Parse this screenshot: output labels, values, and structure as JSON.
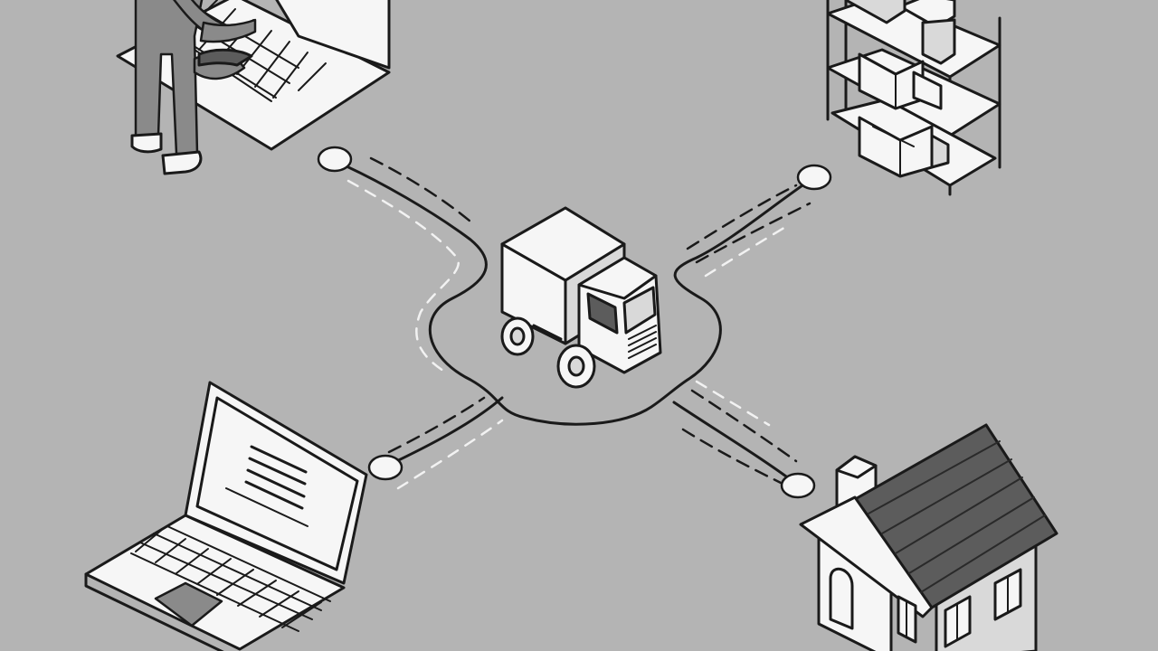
{
  "colors": {
    "background": "#b4b4b4",
    "line": "#1a1a1a",
    "paper": "#f6f6f6",
    "shade": "#d9d9d9",
    "roof": "#5c5c5c"
  },
  "nodes": [
    {
      "name": "customer-at-laptop",
      "icon": "person-typing-laptop-icon"
    },
    {
      "name": "warehouse-shelves",
      "icon": "warehouse-shelf-icon"
    },
    {
      "name": "delivery-truck",
      "icon": "delivery-truck-icon"
    },
    {
      "name": "order-laptop",
      "icon": "laptop-order-icon"
    },
    {
      "name": "destination-house",
      "icon": "house-icon"
    }
  ]
}
